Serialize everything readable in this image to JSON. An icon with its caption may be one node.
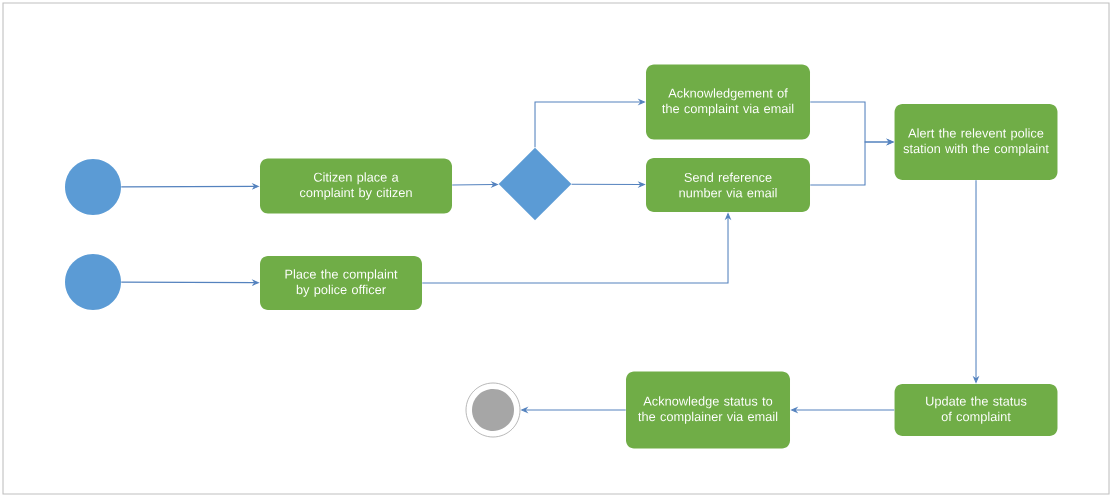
{
  "diagram": {
    "nodes": [
      {
        "text": [],
        "shape": "circle"
      },
      {
        "text": [],
        "shape": "circle"
      },
      {
        "text": [
          "Citizen place a complaint by citizen"
        ]
      },
      {
        "text": [],
        "shape": "diamond"
      },
      {
        "text": [
          "Acknowledgement of the complaint via email"
        ]
      },
      {
        "text": [
          "Send reference number via email"
        ]
      },
      {
        "text": [
          "Place the complaint by police officer"
        ]
      },
      {
        "text": [
          "Alert the relevent police station with the complaint"
        ]
      },
      {
        "text": [
          "Update the status of complaint"
        ]
      },
      {
        "text": [
          "Acknowledge status to the complainer via email"
        ]
      },
      {
        "text": [],
        "shape": "circle"
      }
    ],
    "edges": [
      {
        "from": 0,
        "to": 2,
        "arrow": "to"
      },
      {
        "from": 2,
        "to": 3,
        "arrow": "to"
      },
      {
        "from": 3,
        "to": 4,
        "arrow": "to"
      },
      {
        "from": 3,
        "to": 5,
        "arrow": "to"
      },
      {
        "from": 1,
        "to": 6,
        "arrow": "to"
      },
      {
        "from": 6,
        "to": 5,
        "arrow": "to"
      },
      {
        "from": 4,
        "to": 7,
        "arrow": "to"
      },
      {
        "from": 5,
        "to": 7,
        "arrow": "to"
      },
      {
        "from": 7,
        "to": 8,
        "arrow": "to"
      },
      {
        "from": 8,
        "to": 9,
        "arrow": "to"
      },
      {
        "from": 9,
        "to": 10,
        "arrow": "to"
      }
    ]
  }
}
